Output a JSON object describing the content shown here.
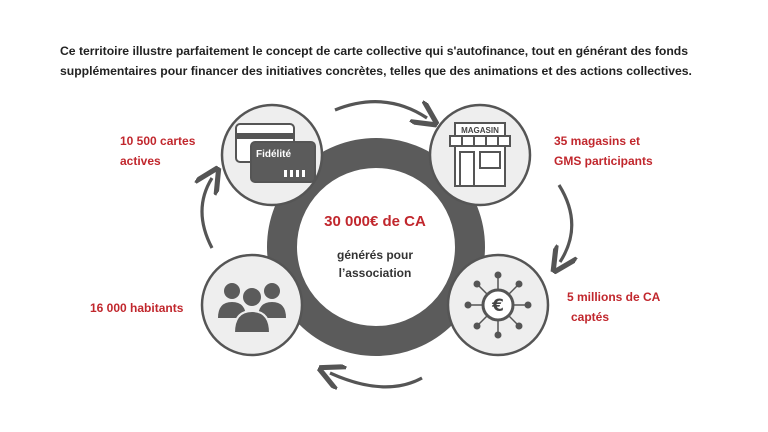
{
  "intro": {
    "line1": "Ce territoire illustre parfaitement le concept de carte collective qui s'autofinance, tout en générant des fonds",
    "line2": "supplémentaires pour financer des initiatives concrètes, telles que des animations et des actions collectives."
  },
  "center": {
    "title": "30 000€ de CA",
    "subtitle_line1": "générés pour",
    "subtitle_line2": "l’association"
  },
  "nodes": {
    "cards": {
      "line1": "10 500 cartes",
      "line2": "actives",
      "card_text": "Fidélité",
      "icon": "loyalty-card-icon"
    },
    "stores": {
      "line1": "35 magasins et",
      "line2": "GMS participants",
      "sign_text": "MAGASIN",
      "icon": "storefront-icon"
    },
    "revenue": {
      "line1": "5 millions de CA",
      "line2": "captés",
      "symbol": "€",
      "icon": "euro-network-icon"
    },
    "inhabitants": {
      "line1": "16 000 habitants",
      "icon": "people-group-icon"
    }
  },
  "colors": {
    "accent": "#c1272d",
    "ring": "#5b5b5b",
    "node_fill": "#eeeeee",
    "node_stroke": "#555555",
    "arrow": "#555555"
  }
}
